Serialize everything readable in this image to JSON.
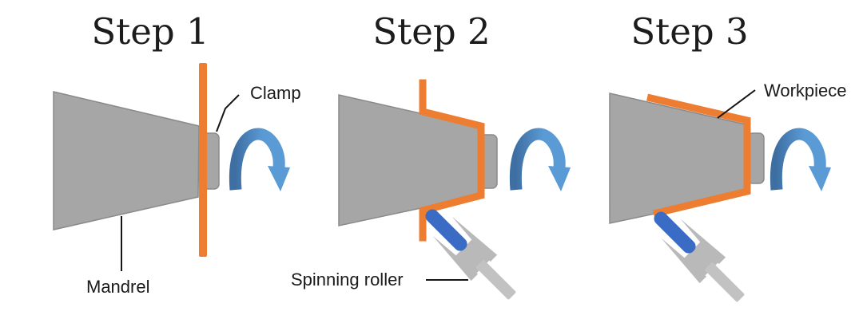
{
  "titles": {
    "step1": "Step 1",
    "step2": "Step 2",
    "step3": "Step 3"
  },
  "labels": {
    "clamp": "Clamp",
    "mandrel": "Mandrel",
    "spinning_roller": "Spinning roller",
    "workpiece": "Workpiece"
  },
  "colors": {
    "sheet_orange": "#ED7D31",
    "mandrel_gray": "#A6A6A6",
    "mandrel_outline": "#8A8A8A",
    "clamp_gray": "#A6A6A6",
    "shaft_gray": "#C2C2C2",
    "fork_gray": "#B9B9B9",
    "roller_blue": "#3A6BC5",
    "arrow_blue": "#5B9BD5",
    "arrow_blue_dark": "#3E6FA3",
    "text_black": "#1A1A1A"
  }
}
